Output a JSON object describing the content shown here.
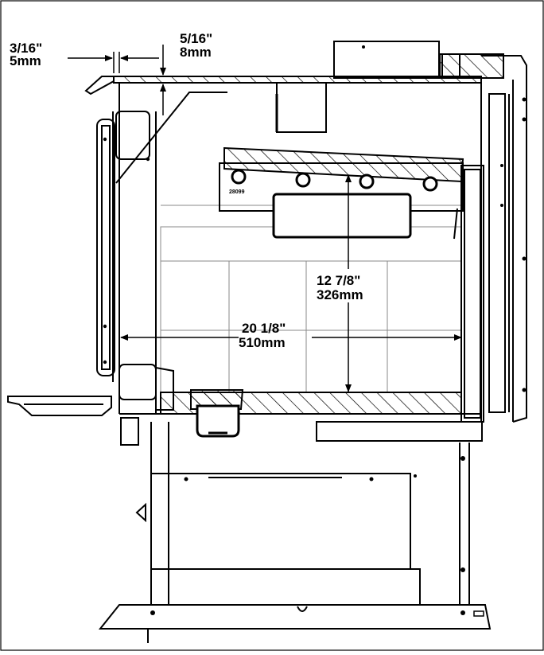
{
  "dimensions": {
    "gap_left": {
      "imperial": "3/16\"",
      "metric": "5mm"
    },
    "gap_right": {
      "imperial": "5/16\"",
      "metric": "8mm"
    },
    "depth": {
      "imperial": "20 1/8\"",
      "metric": "510mm"
    },
    "height": {
      "imperial": "12 7/8\"",
      "metric": "326mm"
    }
  },
  "part_number": "28099"
}
